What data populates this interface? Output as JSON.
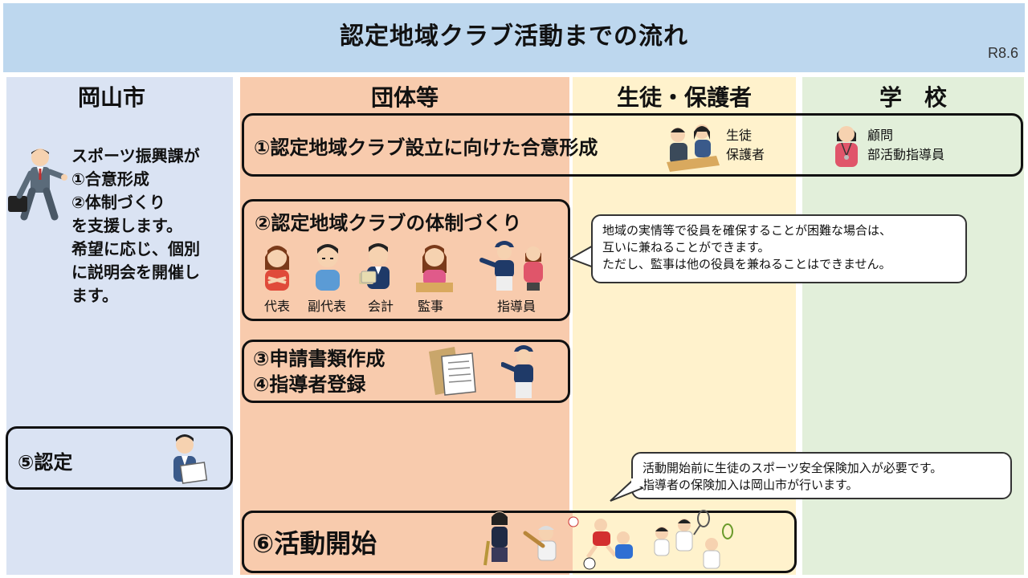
{
  "title": "認定地域クラブ活動までの流れ",
  "version": "R8.6",
  "columns": {
    "city": "岡山市",
    "org": "団体等",
    "student": "生徒・保護者",
    "school": "学　校"
  },
  "city_support": [
    "スポーツ振興課が",
    "①合意形成",
    "②体制づくり",
    "を支援します。",
    "希望に応じ、個別",
    "に説明会を開催し",
    "ます。"
  ],
  "steps": {
    "s1": "①認定地域クラブ設立に向けた合意形成",
    "s2": "②認定地域クラブの体制づくり",
    "s3": "③申請書類作成",
    "s4": "④指導者登録",
    "s5": "⑤認定",
    "s6": "⑥活動開始"
  },
  "s1_student_labels": [
    "生徒",
    "保護者"
  ],
  "s1_school_labels": [
    "顧問",
    "部活動指導員"
  ],
  "roles": [
    "代表",
    "副代表",
    "会計",
    "監事",
    "指導員"
  ],
  "note_roles": [
    "地域の実情等で役員を確保することが困難な場合は、",
    "互いに兼ねることができます。",
    "ただし、監事は他の役員を兼ねることはできません。"
  ],
  "note_insurance": [
    "活動開始前に生徒のスポーツ安全保険加入が必要です。",
    "指導者の保険加入は岡山市が行います。"
  ],
  "colors": {
    "title_bg": "#bdd7ee",
    "city_bg": "#dae3f3",
    "org_bg": "#f8cbad",
    "student_bg": "#fff2cc",
    "school_bg": "#e2efda"
  }
}
